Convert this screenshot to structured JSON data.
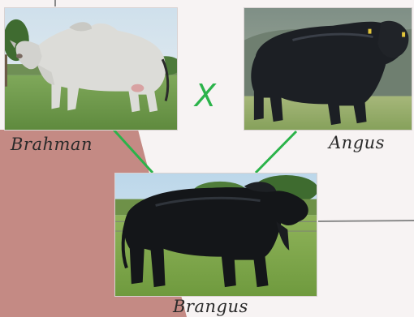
{
  "labels": {
    "sire_left": "Brahman",
    "sire_right": "Angus",
    "offspring": "Brangus",
    "cross_symbol": "X"
  },
  "colors": {
    "background": "#f7f3f3",
    "rose_panel": "#c48a84",
    "connector": "#2bb34a",
    "divider_gray": "#8a8a8a"
  }
}
